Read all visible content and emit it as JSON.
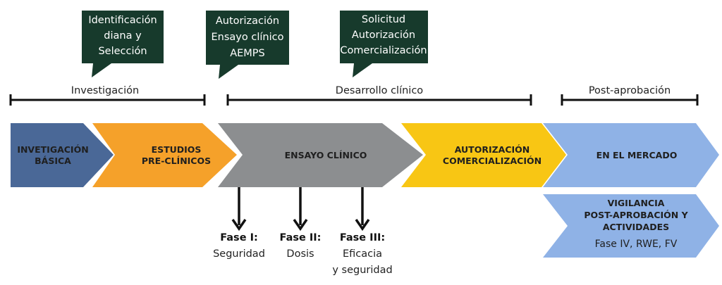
{
  "callouts": [
    {
      "lines": [
        "Identificación",
        "diana y",
        "Selección"
      ]
    },
    {
      "lines": [
        "Autorización",
        "Ensayo clínico",
        "AEMPS"
      ]
    },
    {
      "lines": [
        "Solicitud",
        "Autorización",
        "Comercialización"
      ]
    }
  ],
  "timeline": [
    {
      "label": "Investigación"
    },
    {
      "label": "Desarrollo clínico"
    },
    {
      "label": "Post-aprobación"
    }
  ],
  "stages": [
    {
      "lines": [
        "INVETIGACIÓN",
        "BÁSICA"
      ],
      "color": "#4a6897"
    },
    {
      "lines": [
        "ESTUDIOS",
        "PRE-CLÍNICOS"
      ],
      "color": "#f5a12a"
    },
    {
      "lines": [
        "ENSAYO CLÍNICO"
      ],
      "color": "#8c8e90"
    },
    {
      "lines": [
        "AUTORIZACIÓN",
        "COMERCIALIZACIÓN"
      ],
      "color": "#f8c614"
    },
    {
      "lines": [
        "EN EL MERCADO"
      ],
      "color": "#8fb2e6"
    }
  ],
  "phases": [
    {
      "title": "Fase I:",
      "desc": [
        "Seguridad"
      ]
    },
    {
      "title": "Fase II:",
      "desc": [
        "Dosis"
      ]
    },
    {
      "title": "Fase III:",
      "desc": [
        "Eficacia",
        "y seguridad"
      ]
    }
  ],
  "vigilancia": {
    "bold_lines": [
      "VIGILANCIA",
      "POST-APROBACIÓN Y",
      "ACTIVIDADES"
    ],
    "normal_line": "Fase IV, RWE, FV",
    "color": "#8fb2e6"
  },
  "colors": {
    "callout": "#173a2c",
    "line": "#111111"
  }
}
